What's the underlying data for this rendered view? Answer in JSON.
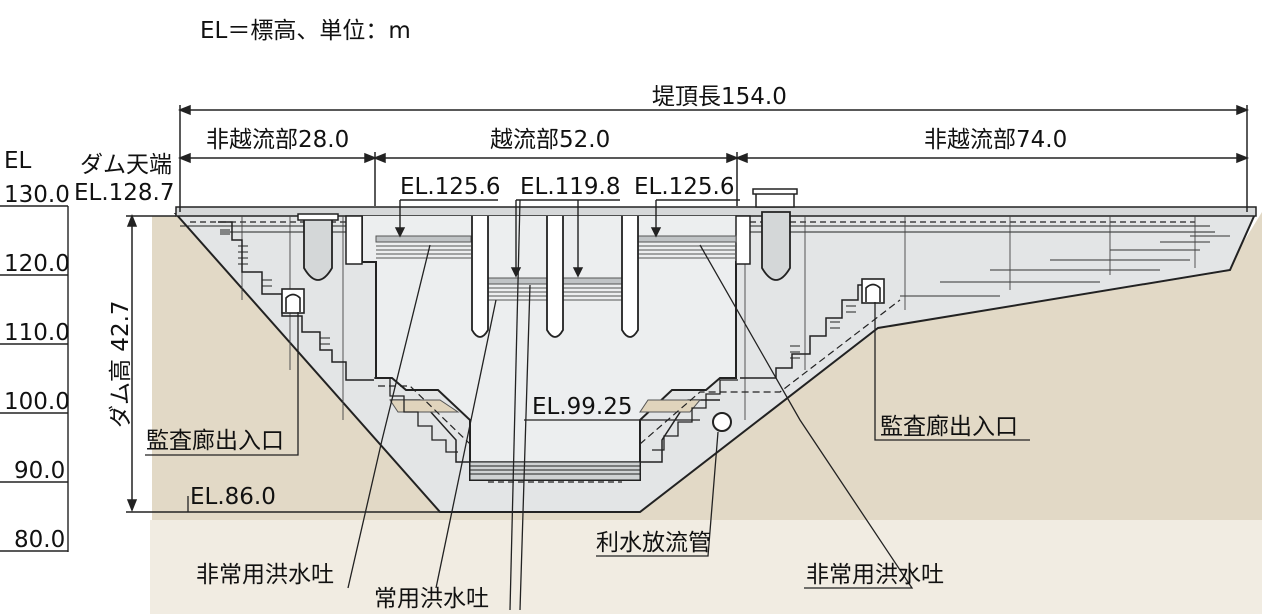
{
  "legend_note": "EL＝標高、単位：m",
  "dimensions": {
    "crest_length": "堤頂長154.0",
    "left_non_overflow": "非越流部28.0",
    "overflow": "越流部52.0",
    "right_non_overflow": "非越流部74.0",
    "dam_height": "ダム高 42.7"
  },
  "elevations": {
    "crest_title": "ダム天端",
    "crest": "EL.128.7",
    "spill_left": "EL.125.6",
    "spill_center": "EL.119.8",
    "spill_right": "EL.125.6",
    "apron": "EL.99.25",
    "base": "EL.86.0"
  },
  "el_scale": {
    "header": "EL",
    "ticks": [
      "130.0",
      "120.0",
      "110.0",
      "100.0",
      "90.0",
      "80.0"
    ]
  },
  "callouts": {
    "gallery_left": "監査廊出入口",
    "gallery_right": "監査廊出入口",
    "emergency_left": "非常用洪水吐",
    "normal": "常用洪水吐",
    "water_outlet": "利水放流管",
    "emergency_right": "非常用洪水吐"
  },
  "colors": {
    "ground": "#e2d9c6",
    "concrete": "#e3e5e6",
    "concrete_dark": "#c9cccd",
    "line": "#222222"
  }
}
